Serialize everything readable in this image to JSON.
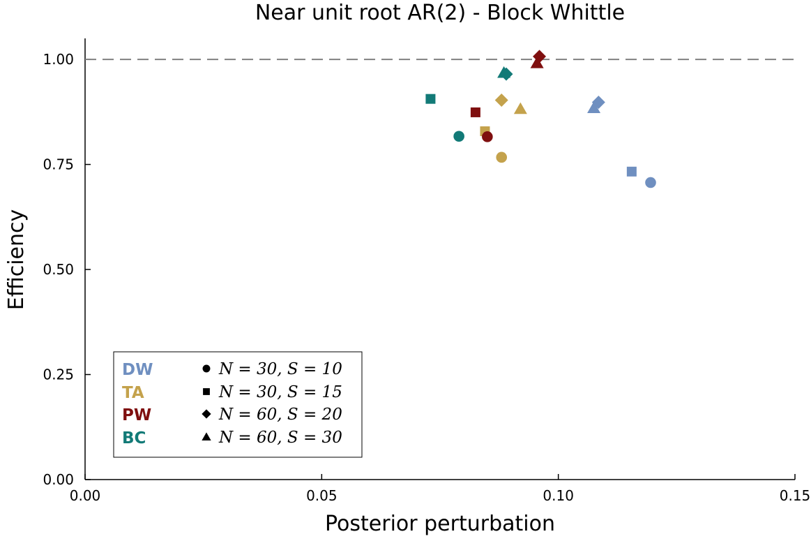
{
  "chart_data": {
    "type": "scatter",
    "title": "Near unit root AR(2) - Block Whittle",
    "xlabel": "Posterior perturbation",
    "ylabel": "Efficiency",
    "xlim": [
      0.0,
      0.15
    ],
    "ylim": [
      0.0,
      1.05
    ],
    "xticks": [
      "0.00",
      "0.05",
      "0.10",
      "0.15"
    ],
    "yticks": [
      "0.00",
      "0.25",
      "0.50",
      "0.75",
      "1.00"
    ],
    "grid": false,
    "reference_line": {
      "y": 1.0,
      "style": "dashed"
    },
    "legend_placement": "bottom-left",
    "methods": [
      {
        "name": "DW",
        "color": "#6f8fc0"
      },
      {
        "name": "TA",
        "color": "#c4a24c"
      },
      {
        "name": "PW",
        "color": "#7f0f0f"
      },
      {
        "name": "BC",
        "color": "#127a77"
      }
    ],
    "marker_legend": [
      {
        "shape": "circle",
        "label": "N = 30, S = 10"
      },
      {
        "shape": "square",
        "label": "N = 30, S = 15"
      },
      {
        "shape": "diamond",
        "label": "N = 60, S = 20"
      },
      {
        "shape": "triangle",
        "label": "N = 60, S = 30"
      }
    ],
    "series": [
      {
        "name": "DW",
        "points": [
          {
            "shape": "circle",
            "x": 0.1195,
            "y": 0.707
          },
          {
            "shape": "square",
            "x": 0.1155,
            "y": 0.733
          },
          {
            "shape": "diamond",
            "x": 0.1085,
            "y": 0.898
          },
          {
            "shape": "triangle",
            "x": 0.1075,
            "y": 0.884
          }
        ]
      },
      {
        "name": "TA",
        "points": [
          {
            "shape": "circle",
            "x": 0.088,
            "y": 0.767
          },
          {
            "shape": "square",
            "x": 0.0845,
            "y": 0.829
          },
          {
            "shape": "diamond",
            "x": 0.088,
            "y": 0.903
          },
          {
            "shape": "triangle",
            "x": 0.092,
            "y": 0.882
          }
        ]
      },
      {
        "name": "PW",
        "points": [
          {
            "shape": "circle",
            "x": 0.085,
            "y": 0.816
          },
          {
            "shape": "square",
            "x": 0.0825,
            "y": 0.874
          },
          {
            "shape": "diamond",
            "x": 0.096,
            "y": 1.007
          },
          {
            "shape": "triangle",
            "x": 0.0955,
            "y": 0.991
          }
        ]
      },
      {
        "name": "BC",
        "points": [
          {
            "shape": "circle",
            "x": 0.079,
            "y": 0.817
          },
          {
            "shape": "square",
            "x": 0.073,
            "y": 0.906
          },
          {
            "shape": "diamond",
            "x": 0.089,
            "y": 0.965
          },
          {
            "shape": "triangle",
            "x": 0.0885,
            "y": 0.968
          }
        ]
      }
    ]
  }
}
